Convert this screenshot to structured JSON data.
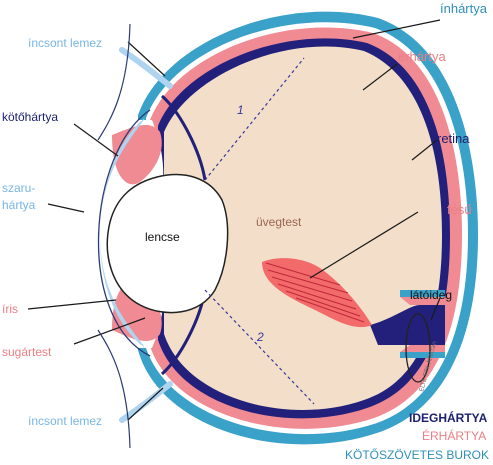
{
  "colors": {
    "outer_coat": "#3aa1c9",
    "choroid": "#f08a93",
    "retina": "#22207a",
    "vitreous": "#f3dfc9",
    "lens_fill": "#ffffff",
    "cornea": "#aed4f0",
    "bone_plate": "#aed4f0",
    "pecten": "#f26a6a",
    "label_light_blue": "#78b6e6",
    "label_pink": "#ec7e85",
    "label_navy": "#1b1f6e",
    "label_teal": "#2e8fb9",
    "label_brown": "#9b6452"
  },
  "labels": {
    "inhartya": "ínhártya",
    "erhartya": "érhártya",
    "retina": "retina",
    "fesu": "fésű",
    "latoideg": "látóideg",
    "uvegtest": "üvegtest",
    "lencse": "lencse",
    "incsont_top": "íncsont lemez",
    "incsont_bottom": "íncsont lemez",
    "kotohartya": "kötőhártya",
    "szaru_line1": "szaru-",
    "szaru_line2": "hártya",
    "iris": "íris",
    "sugartest": "sugártest",
    "axis_1": "1",
    "axis_2": "2",
    "credit": "ELTE TTK Állattan"
  },
  "legend": {
    "ideghartya": "IDEGHÁRTYA",
    "erhartya": "ÉRHÁRTYA",
    "kotoszovetes": "KÖTŐSZÖVETES BUROK"
  }
}
